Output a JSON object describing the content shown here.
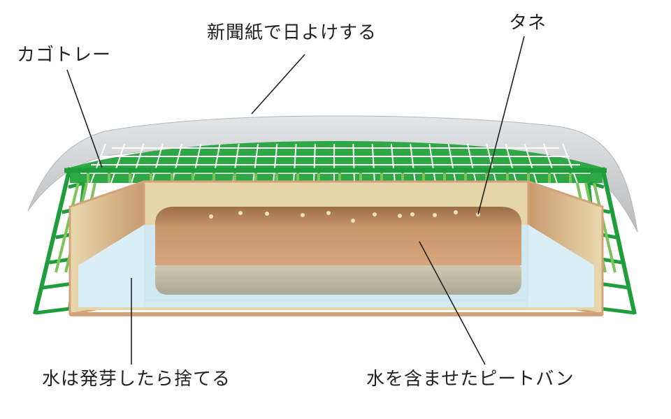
{
  "labels": {
    "newspaper": "新聞紙で日よけする",
    "tray": "カゴトレー",
    "seed": "タネ",
    "water": "水は発芽したら捨てる",
    "peat": "水を含ませたピートバン"
  },
  "colors": {
    "tray_green": "#1e9e3a",
    "tray_green_light": "#7cc35a",
    "newspaper_gray": "#c9cbcd",
    "box_wood": "#d4a27a",
    "box_inner": "#e6d5a8",
    "water": "#cfe9f4",
    "peat_top": "#c9956a",
    "peat_bottom": "#c4c0aa",
    "leader_line": "#222222"
  }
}
